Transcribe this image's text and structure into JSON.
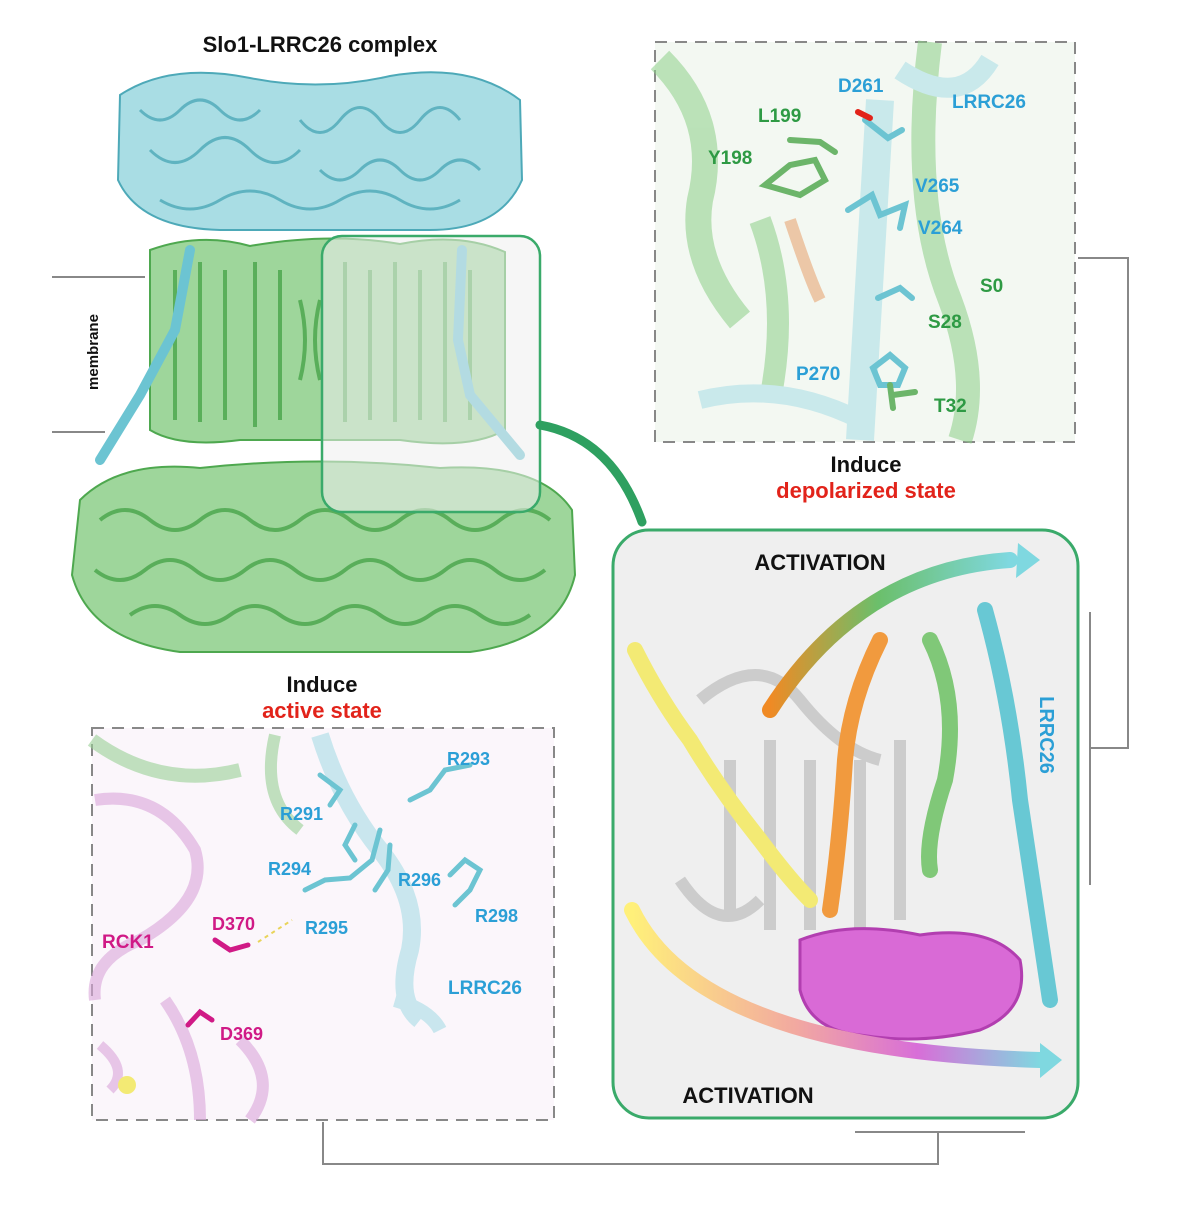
{
  "title": "Slo1-LRRC26 complex",
  "membrane_label": "membrane",
  "top_right_panel": {
    "residues_lrrc26": [
      "D261",
      "V265",
      "V264",
      "P270"
    ],
    "residues_slo1": [
      "L199",
      "Y198",
      "S28",
      "T32"
    ],
    "region_label": "S0",
    "chain_label": "LRRC26",
    "caption_line1": "Induce",
    "caption_line2": "depolarized state"
  },
  "bottom_left_panel": {
    "residues_lrrc26": [
      "R293",
      "R291",
      "R294",
      "R296",
      "R295",
      "R298"
    ],
    "residues_rck1": [
      "D370",
      "D369"
    ],
    "domain_label": "RCK1",
    "chain_label": "LRRC26",
    "caption_line1": "Induce",
    "caption_line2": "active state"
  },
  "center_right_panel": {
    "top_arrow_label": "ACTIVATION",
    "bottom_arrow_label": "ACTIVATION",
    "chain_label": "LRRC26"
  },
  "colors": {
    "slo1_green": "#7cc77a",
    "lrrc26_cyan": "#7fd0dc",
    "label_blue": "#2b9fd6",
    "label_green": "#2e9a44",
    "label_magenta": "#d01a86",
    "red_text": "#e2231a",
    "panel_border": "#3aaa6a",
    "panel_fill": "#efefef"
  }
}
